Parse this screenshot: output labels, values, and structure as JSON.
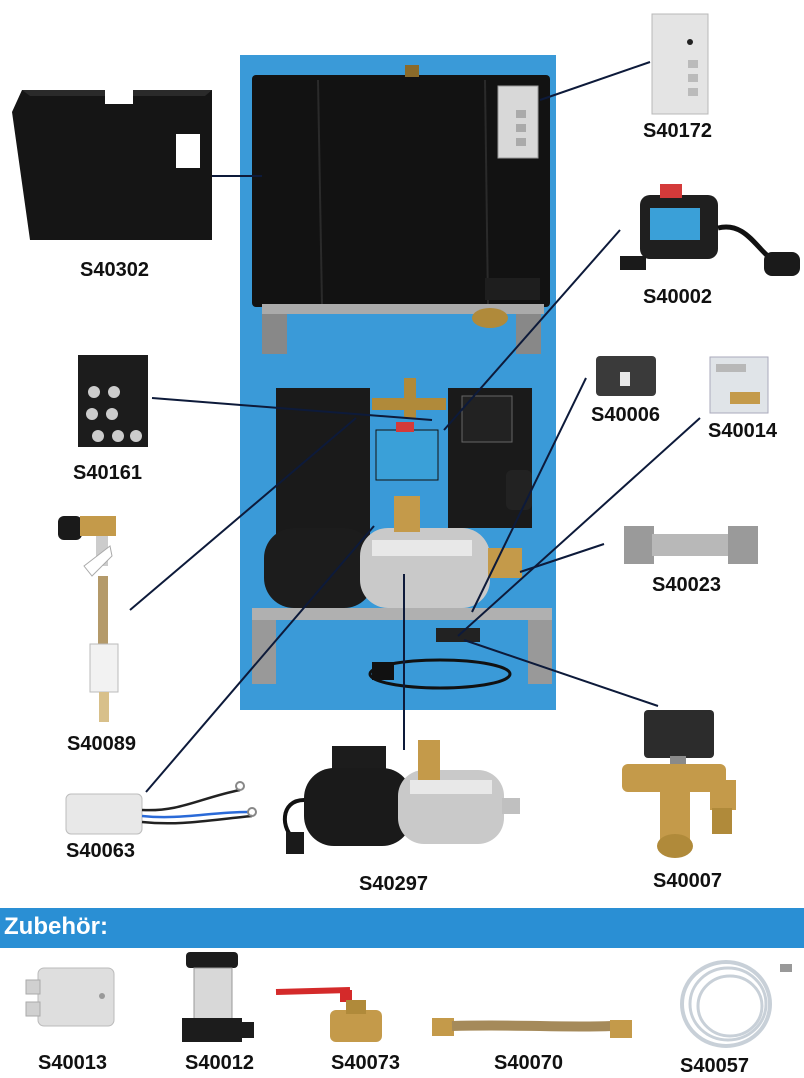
{
  "parts": {
    "s40302": "S40302",
    "s40172": "S40172",
    "s40002": "S40002",
    "s40161": "S40161",
    "s40006": "S40006",
    "s40014": "S40014",
    "s40023": "S40023",
    "s40089": "S40089",
    "s40063": "S40063",
    "s40297": "S40297",
    "s40007": "S40007"
  },
  "accessories": {
    "heading": "Zubehör:",
    "s40013": "S40013",
    "s40012": "S40012",
    "s40073": "S40073",
    "s40070": "S40070",
    "s40057": "S40057"
  },
  "colors": {
    "panel_blue": "#3a9ad8",
    "banner_blue": "#2a8fd4",
    "leader_line": "#0d1a3a"
  }
}
